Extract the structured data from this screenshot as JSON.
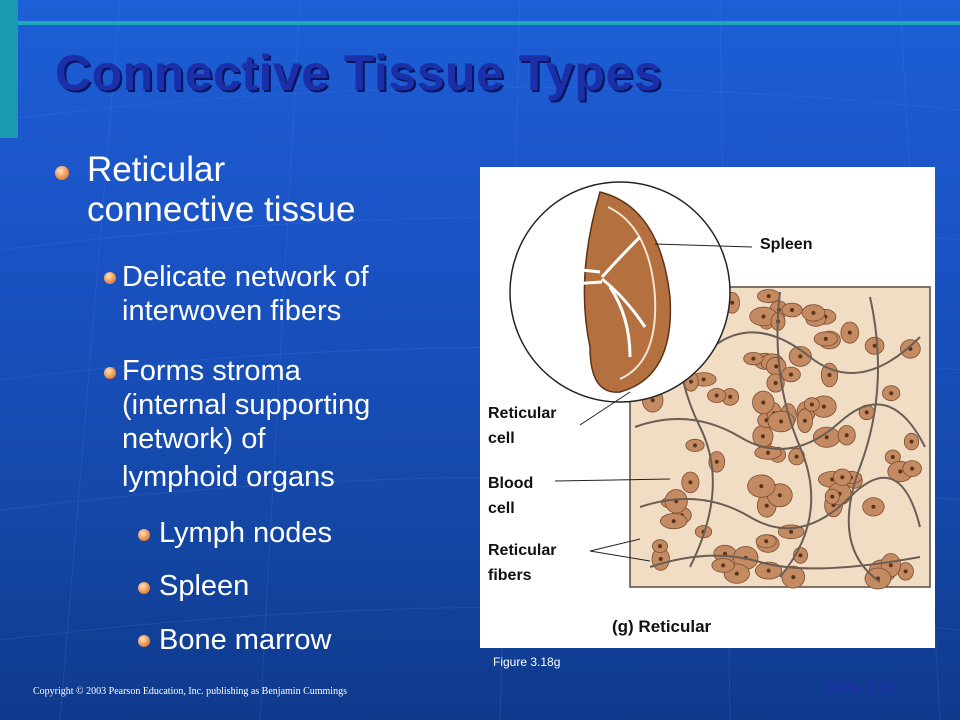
{
  "slide": {
    "title": "Connective Tissue Types",
    "main_bullet": {
      "line1": "Reticular",
      "line2": "connective tissue"
    },
    "sub_bullets": [
      {
        "line1": "Delicate network of",
        "line2": "interwoven fibers"
      },
      {
        "line1": "Forms stroma",
        "line2": "(internal supporting",
        "line3": "network) of",
        "line4": "lymphoid organs"
      }
    ],
    "organs": [
      "Lymph nodes",
      "Spleen",
      "Bone marrow"
    ],
    "figure_caption": "Figure 3.18g",
    "copyright": "Copyright © 2003 Pearson Education, Inc. publishing as Benjamin Cummings",
    "slide_number": "Slide 3.62"
  },
  "figure": {
    "labels": {
      "spleen": "Spleen",
      "reticular_cell_1": "Reticular",
      "reticular_cell_2": "cell",
      "blood_cell_1": "Blood",
      "blood_cell_2": "cell",
      "reticular_fibers_1": "Reticular",
      "reticular_fibers_2": "fibers",
      "panel": "(g) Reticular"
    },
    "colors": {
      "tissue_bg": "#f1dcc4",
      "cell": "#c48a62",
      "fiber": "#6b5e55",
      "spleen": "#b5703f"
    }
  },
  "theme": {
    "background": "#1a52c4",
    "title_color": "#1b2fa8",
    "accent_bar": "#1fa6b8",
    "bullet": "#f2a262"
  }
}
